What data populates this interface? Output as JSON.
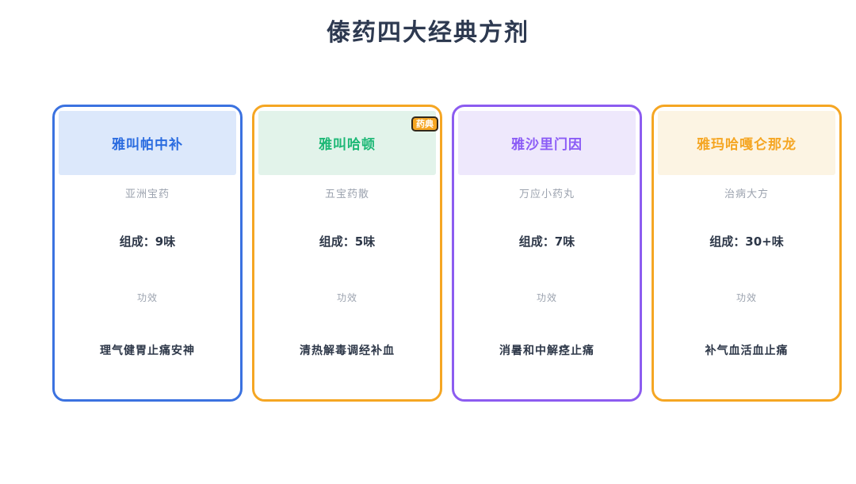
{
  "page": {
    "title": "傣药四大经典方剂"
  },
  "cards": [
    {
      "name": "雅叫帕中补",
      "alias": "亚洲宝药",
      "composition": "组成：9味",
      "efficacy_label": "功效",
      "efficacy": "理气健胃止痛安神",
      "theme": {
        "border": "#3b72e0",
        "header_bg": "#dce8fb",
        "title": "#2b6ce0"
      }
    },
    {
      "name": "雅叫哈顿",
      "badge": "药典",
      "alias": "五宝药散",
      "composition": "组成：5味",
      "efficacy_label": "功效",
      "efficacy": "清热解毒调经补血",
      "theme": {
        "border": "#f5a623",
        "header_bg": "#e2f3ea",
        "title": "#1db876",
        "badge_bg": "#f5a623",
        "badge_border": "#33291c",
        "badge_text": "#ffffff"
      }
    },
    {
      "name": "雅沙里门因",
      "alias": "万应小药丸",
      "composition": "组成：7味",
      "efficacy_label": "功效",
      "efficacy": "消暑和中解痉止痛",
      "theme": {
        "border": "#8c5cf0",
        "header_bg": "#eee8fc",
        "title": "#8b5cf6"
      }
    },
    {
      "name": "雅玛哈嘎仑那龙",
      "alias": "治病大方",
      "composition": "组成：30+味",
      "efficacy_label": "功效",
      "efficacy": "补气血活血止痛",
      "theme": {
        "border": "#f5a623",
        "header_bg": "#fcf4e3",
        "title": "#f5a623"
      }
    }
  ]
}
